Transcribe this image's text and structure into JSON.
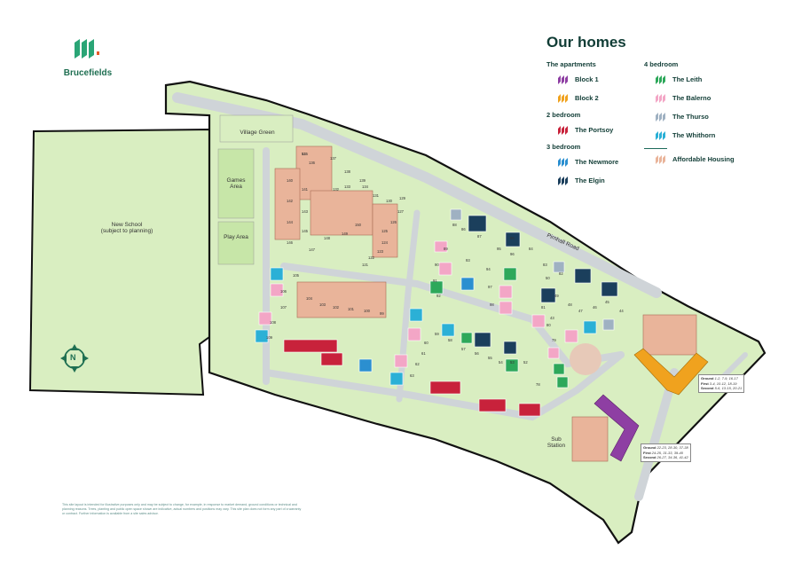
{
  "brand": {
    "name": "Brucefields",
    "logo_icon": "brucefields-logo-icon"
  },
  "legend": {
    "title": "Our homes",
    "categories": {
      "apartments": "The apartments",
      "two_bed": "2 bedroom",
      "three_bed": "3 bedroom",
      "four_bed": "4 bedroom"
    },
    "items": {
      "block1": {
        "label": "Block 1",
        "color": "#8e3fa3"
      },
      "block2": {
        "label": "Block 2",
        "color": "#f0a21e"
      },
      "portsoy": {
        "label": "The Portsoy",
        "color": "#c8223b"
      },
      "newmore": {
        "label": "The Newmore",
        "color": "#2b8fd0"
      },
      "elgin": {
        "label": "The Elgin",
        "color": "#1b3f5c"
      },
      "leith": {
        "label": "The Leith",
        "color": "#2da85a"
      },
      "balerno": {
        "label": "The Balerno",
        "color": "#f3a6c6"
      },
      "thurso": {
        "label": "The Thurso",
        "color": "#9fb1c2"
      },
      "whithorn": {
        "label": "The Whithorn",
        "color": "#2bb0d6"
      },
      "affordable": {
        "label": "Affordable Housing",
        "color": "#e9b49a"
      }
    }
  },
  "map_labels": {
    "new_school": "New School",
    "new_school_note": "(subject to planning)",
    "village_green": "Village Green",
    "games_area": "Games Area",
    "play_area": "Play Area",
    "road": "Pirnhall Road",
    "sub_station": "Sub Station"
  },
  "phases_block2": [
    {
      "label": "Ground",
      "plots": "1-2, 7-9, 16-17"
    },
    {
      "label": "First",
      "plots": "3-4, 10-12, 18-19"
    },
    {
      "label": "Second",
      "plots": "5-6, 13-15, 20-21"
    }
  ],
  "phases_block1": [
    {
      "label": "Ground",
      "plots": "22-23, 28-30, 37-38"
    },
    {
      "label": "First",
      "plots": "24-25, 31-33, 39-40"
    },
    {
      "label": "Second",
      "plots": "26-27, 34-36, 41-42"
    }
  ],
  "plot_numbers": [
    "135",
    "136",
    "137",
    "138",
    "139",
    "140",
    "141",
    "142",
    "143",
    "144",
    "145",
    "146",
    "147",
    "148",
    "149",
    "150",
    "132",
    "133",
    "134",
    "131",
    "130",
    "129",
    "127",
    "126",
    "125",
    "124",
    "123",
    "122",
    "121",
    "105",
    "104",
    "103",
    "102",
    "101",
    "100",
    "99",
    "106",
    "107",
    "108",
    "109",
    "86",
    "87",
    "88",
    "89",
    "90",
    "91",
    "92",
    "93",
    "94",
    "95",
    "96",
    "97",
    "98",
    "85",
    "84",
    "83",
    "82",
    "81",
    "80",
    "79",
    "78",
    "58",
    "57",
    "56",
    "55",
    "54",
    "53",
    "52",
    "59",
    "60",
    "61",
    "62",
    "63",
    "50",
    "49",
    "48",
    "47",
    "46",
    "45",
    "44",
    "43",
    "51"
  ],
  "compass": {
    "letter": "N",
    "icon": "north-arrow-icon"
  },
  "disclaimer": "This site layout is intended for illustrative purposes only and may be subject to change, for example, in response to market demand, ground conditions or technical and planning reasons. Trees, planting and public open space shown are indicative, actual numbers and positions may vary. This site plan does not form any part of a warranty or contract. Further information is available from a site sales advisor.",
  "colors": {
    "grass": "#d9eec1",
    "road": "#d2d6d9",
    "boundary": "#111111",
    "text": "#113d36"
  }
}
